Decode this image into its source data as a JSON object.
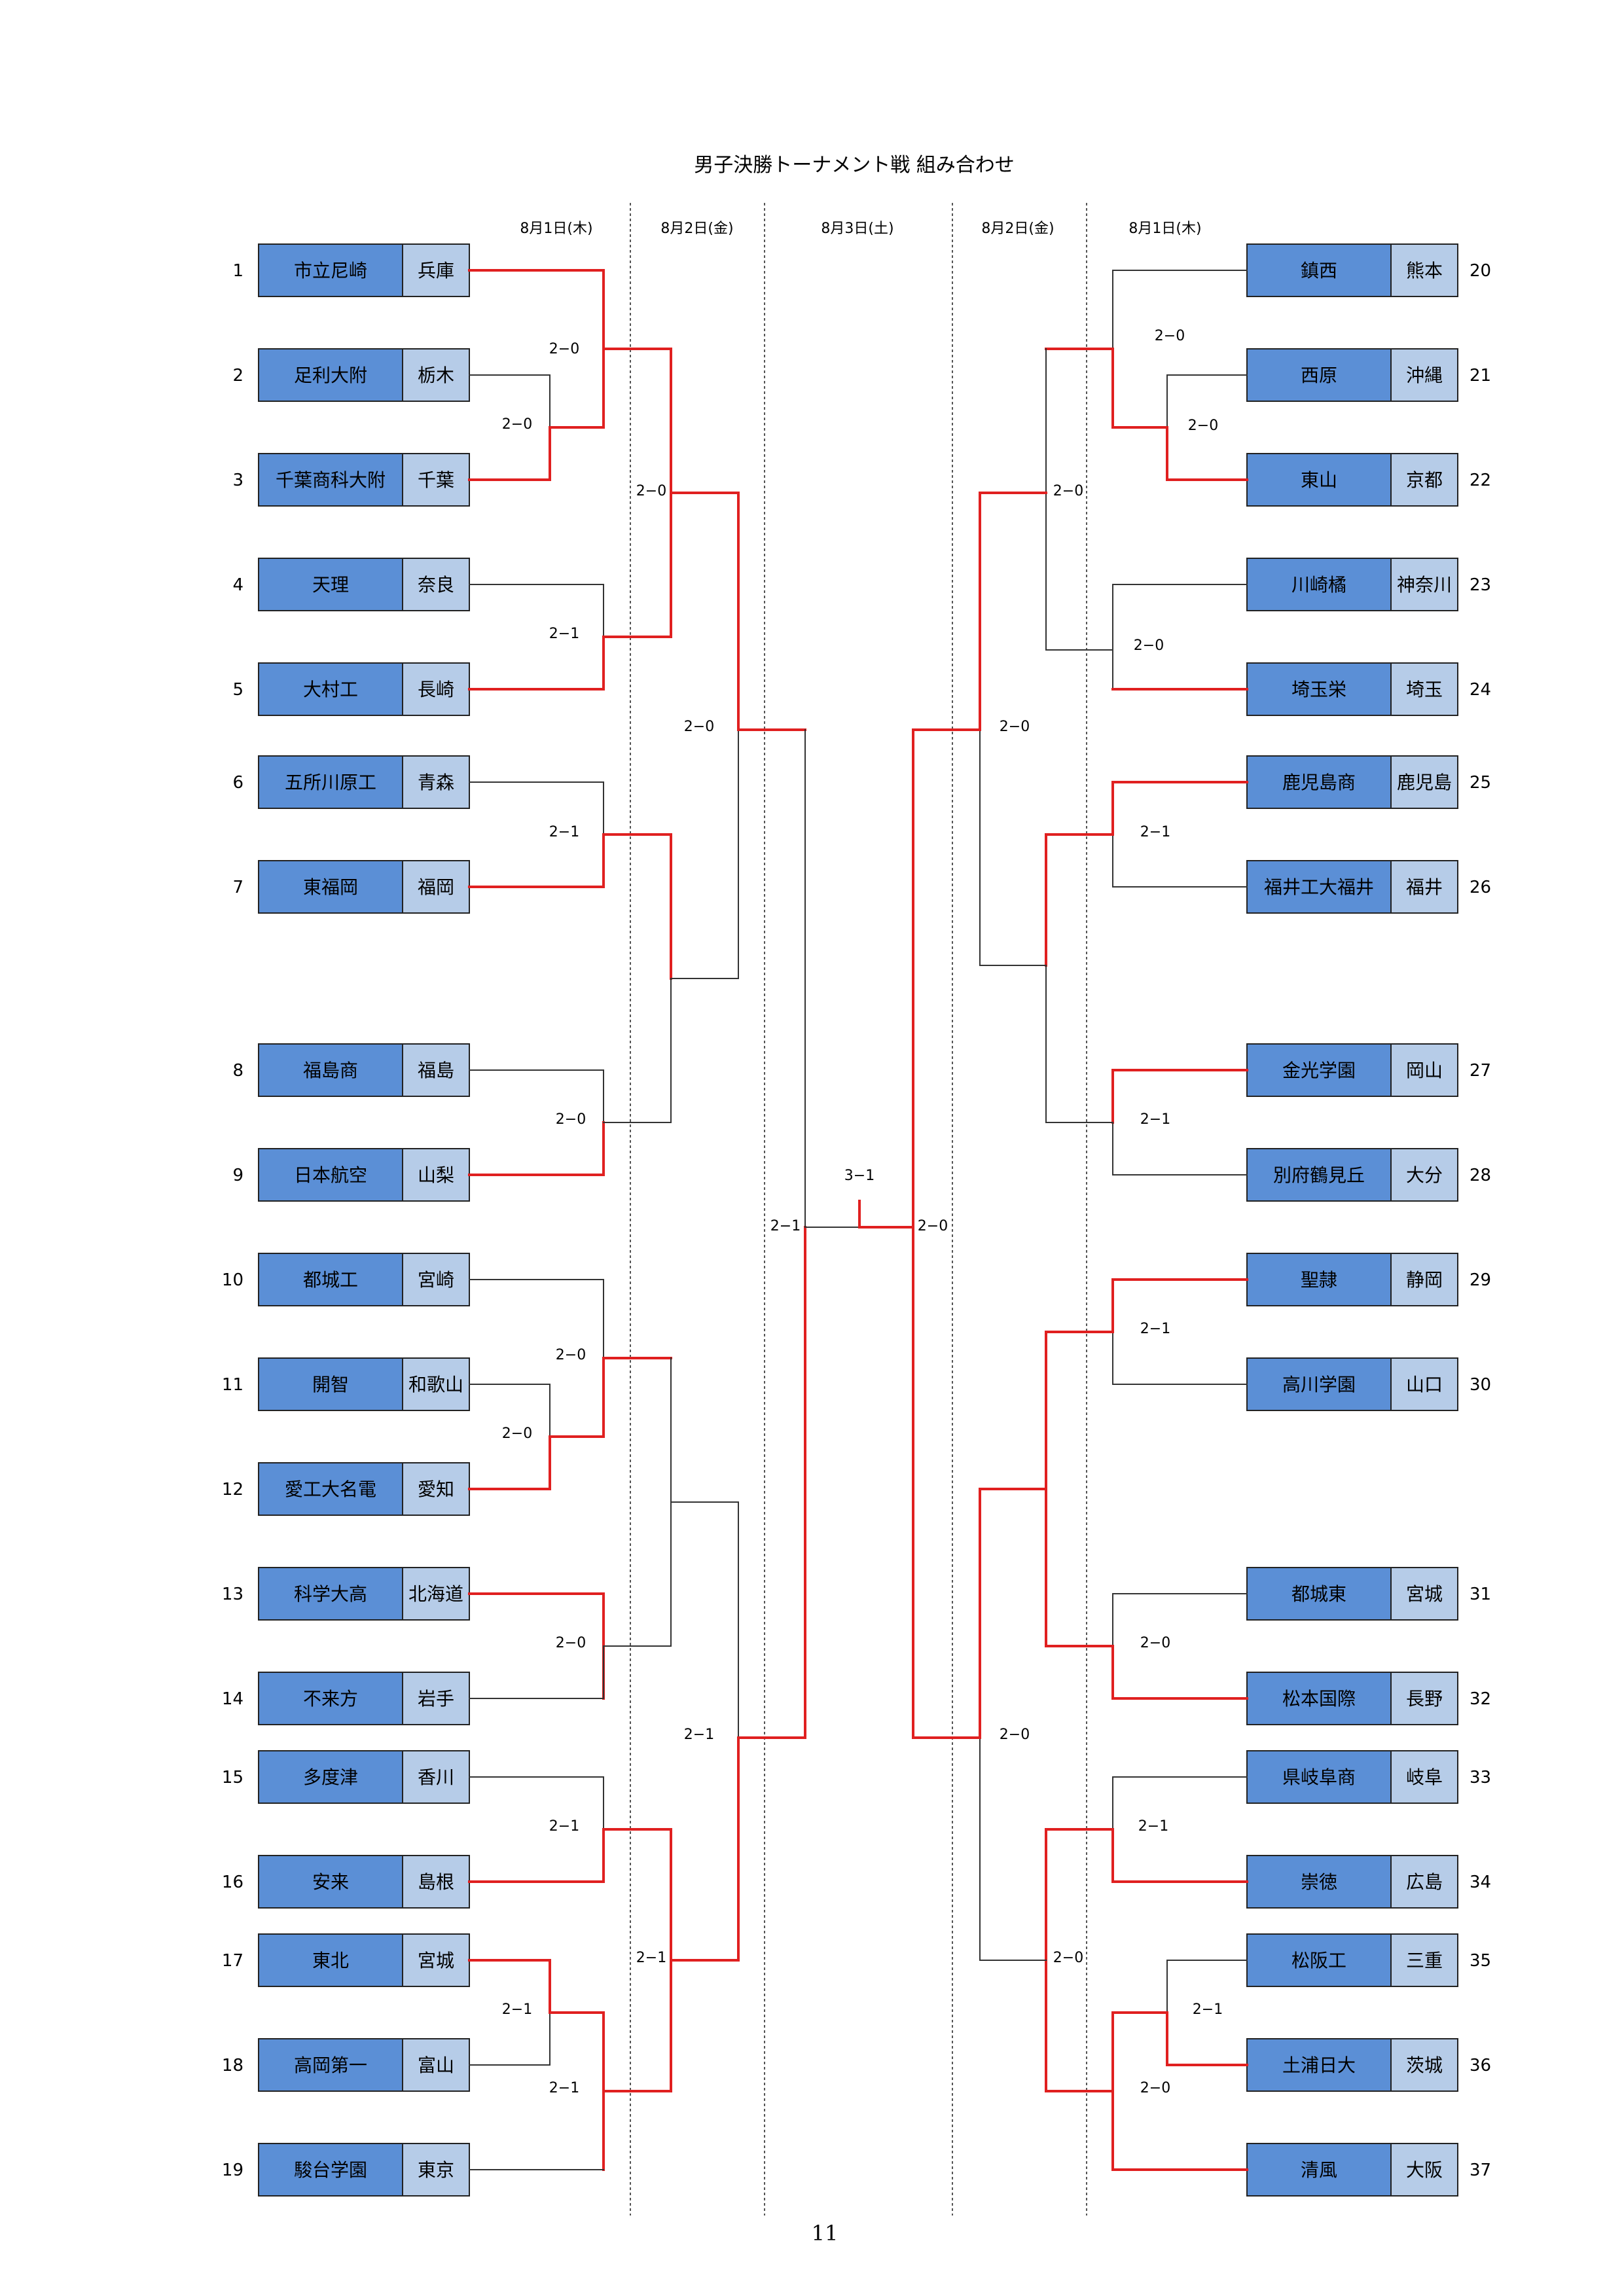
{
  "title": "男子決勝トーナメント戦 組み合わせ",
  "page_number": "11",
  "dates": [
    "8月1日(木)",
    "8月2日(金)",
    "8月3日(土)",
    "8月2日(金)",
    "8月1日(木)"
  ],
  "colors": {
    "win": "#e02020",
    "lose": "#333333",
    "team_fill": "#5b8fd6",
    "pref_fill": "#b6cce8"
  },
  "teams_left": [
    {
      "seed": "1",
      "name": "市立尼崎",
      "pref": "兵庫"
    },
    {
      "seed": "2",
      "name": "足利大附",
      "pref": "栃木"
    },
    {
      "seed": "3",
      "name": "千葉商科大附",
      "pref": "千葉"
    },
    {
      "seed": "4",
      "name": "天理",
      "pref": "奈良"
    },
    {
      "seed": "5",
      "name": "大村工",
      "pref": "長崎"
    },
    {
      "seed": "6",
      "name": "五所川原工",
      "pref": "青森"
    },
    {
      "seed": "7",
      "name": "東福岡",
      "pref": "福岡"
    },
    {
      "seed": "8",
      "name": "福島商",
      "pref": "福島"
    },
    {
      "seed": "9",
      "name": "日本航空",
      "pref": "山梨"
    },
    {
      "seed": "10",
      "name": "都城工",
      "pref": "宮崎"
    },
    {
      "seed": "11",
      "name": "開智",
      "pref": "和歌山"
    },
    {
      "seed": "12",
      "name": "愛工大名電",
      "pref": "愛知"
    },
    {
      "seed": "13",
      "name": "科学大高",
      "pref": "北海道"
    },
    {
      "seed": "14",
      "name": "不来方",
      "pref": "岩手"
    },
    {
      "seed": "15",
      "name": "多度津",
      "pref": "香川"
    },
    {
      "seed": "16",
      "name": "安来",
      "pref": "島根"
    },
    {
      "seed": "17",
      "name": "東北",
      "pref": "宮城"
    },
    {
      "seed": "18",
      "name": "高岡第一",
      "pref": "富山"
    },
    {
      "seed": "19",
      "name": "駿台学園",
      "pref": "東京"
    }
  ],
  "teams_right": [
    {
      "seed": "20",
      "name": "鎮西",
      "pref": "熊本"
    },
    {
      "seed": "21",
      "name": "西原",
      "pref": "沖縄"
    },
    {
      "seed": "22",
      "name": "東山",
      "pref": "京都"
    },
    {
      "seed": "23",
      "name": "川崎橘",
      "pref": "神奈川"
    },
    {
      "seed": "24",
      "name": "埼玉栄",
      "pref": "埼玉"
    },
    {
      "seed": "25",
      "name": "鹿児島商",
      "pref": "鹿児島"
    },
    {
      "seed": "26",
      "name": "福井工大福井",
      "pref": "福井"
    },
    {
      "seed": "27",
      "name": "金光学園",
      "pref": "岡山"
    },
    {
      "seed": "28",
      "name": "別府鶴見丘",
      "pref": "大分"
    },
    {
      "seed": "29",
      "name": "聖隷",
      "pref": "静岡"
    },
    {
      "seed": "30",
      "name": "高川学園",
      "pref": "山口"
    },
    {
      "seed": "31",
      "name": "都城東",
      "pref": "宮城"
    },
    {
      "seed": "32",
      "name": "松本国際",
      "pref": "長野"
    },
    {
      "seed": "33",
      "name": "県岐阜商",
      "pref": "岐阜"
    },
    {
      "seed": "34",
      "name": "崇徳",
      "pref": "広島"
    },
    {
      "seed": "35",
      "name": "松阪工",
      "pref": "三重"
    },
    {
      "seed": "36",
      "name": "土浦日大",
      "pref": "茨城"
    },
    {
      "seed": "37",
      "name": "清風",
      "pref": "大阪"
    }
  ],
  "scores": {
    "l_r1_2_3": "2−0",
    "l_r1_1": "2−0",
    "l_r1_4_5": "2−1",
    "l_r1_6_7": "2−1",
    "l_r1_8_9": "2−0",
    "l_r1_11_12": "2−0",
    "l_r1_10": "2−0",
    "l_r1_13_14": "2−0",
    "l_r1_15_16": "2−1",
    "l_r1_17_18": "2−1",
    "l_r1_19": "2−1",
    "l_r2_a": "2−0",
    "l_r2_b": "2−1",
    "l_r3_a": "2−0",
    "l_r3_b": "2−1",
    "l_semi": "2−1",
    "final": "3−1",
    "r_semi": "2−0",
    "r_r3_a": "2−0",
    "r_r3_b": "2−0",
    "r_r2_a": "2−0",
    "r_r2_b": "2−0",
    "r_r1_21_22": "2−0",
    "r_r1_20": "2−0",
    "r_r1_23_24": "2−0",
    "r_r1_25_26": "2−1",
    "r_r1_27_28": "2−1",
    "r_r1_29_30": "2−1",
    "r_r1_31_32": "2−0",
    "r_r1_33_34": "2−1",
    "r_r1_35_36": "2−1",
    "r_r1_37": "2−0"
  }
}
